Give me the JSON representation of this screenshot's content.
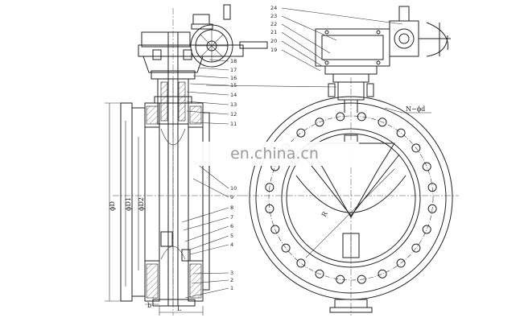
{
  "drawing": {
    "part_numbers_front": [
      "1",
      "2",
      "3",
      "4",
      "5",
      "6",
      "7",
      "8",
      "9",
      "10",
      "11",
      "12",
      "13",
      "14",
      "15",
      "16",
      "17",
      "18"
    ],
    "part_numbers_side": [
      "19",
      "20",
      "21",
      "22",
      "23",
      "24"
    ],
    "dimensions": {
      "d": "ϕD",
      "d1": "ϕD1",
      "d2": "ϕD2",
      "b": "b",
      "l": "L",
      "bolt_holes": "N−ϕd",
      "radius": "R"
    }
  },
  "watermark": {
    "text": "en.china.cn"
  }
}
